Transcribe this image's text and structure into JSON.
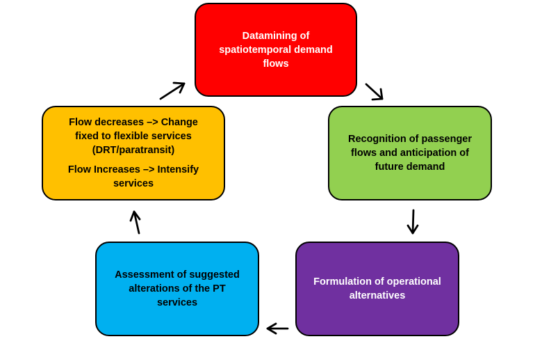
{
  "nodes": {
    "datamining": {
      "lines": [
        "Datamining of",
        "spatiotemporal demand",
        "flows"
      ]
    },
    "recognition": {
      "lines": [
        "Recognition of passenger",
        "flows and anticipation of",
        "future demand"
      ]
    },
    "formulation": {
      "lines": [
        "Formulation of operational",
        "alternatives"
      ]
    },
    "assessment": {
      "lines": [
        "Assessment of suggested",
        "alterations of the PT",
        "services"
      ]
    },
    "flow": {
      "decrease_lines": [
        "Flow decreases –> Change",
        "fixed to flexible services",
        "(DRT/paratransit)"
      ],
      "increase_lines": [
        "Flow Increases –> Intensify",
        "services"
      ]
    }
  },
  "colors": {
    "datamining": "#ff0000",
    "recognition": "#92d050",
    "formulation": "#7030a0",
    "assessment": "#00b0f0",
    "flow": "#ffc000",
    "arrow": "#000000"
  }
}
